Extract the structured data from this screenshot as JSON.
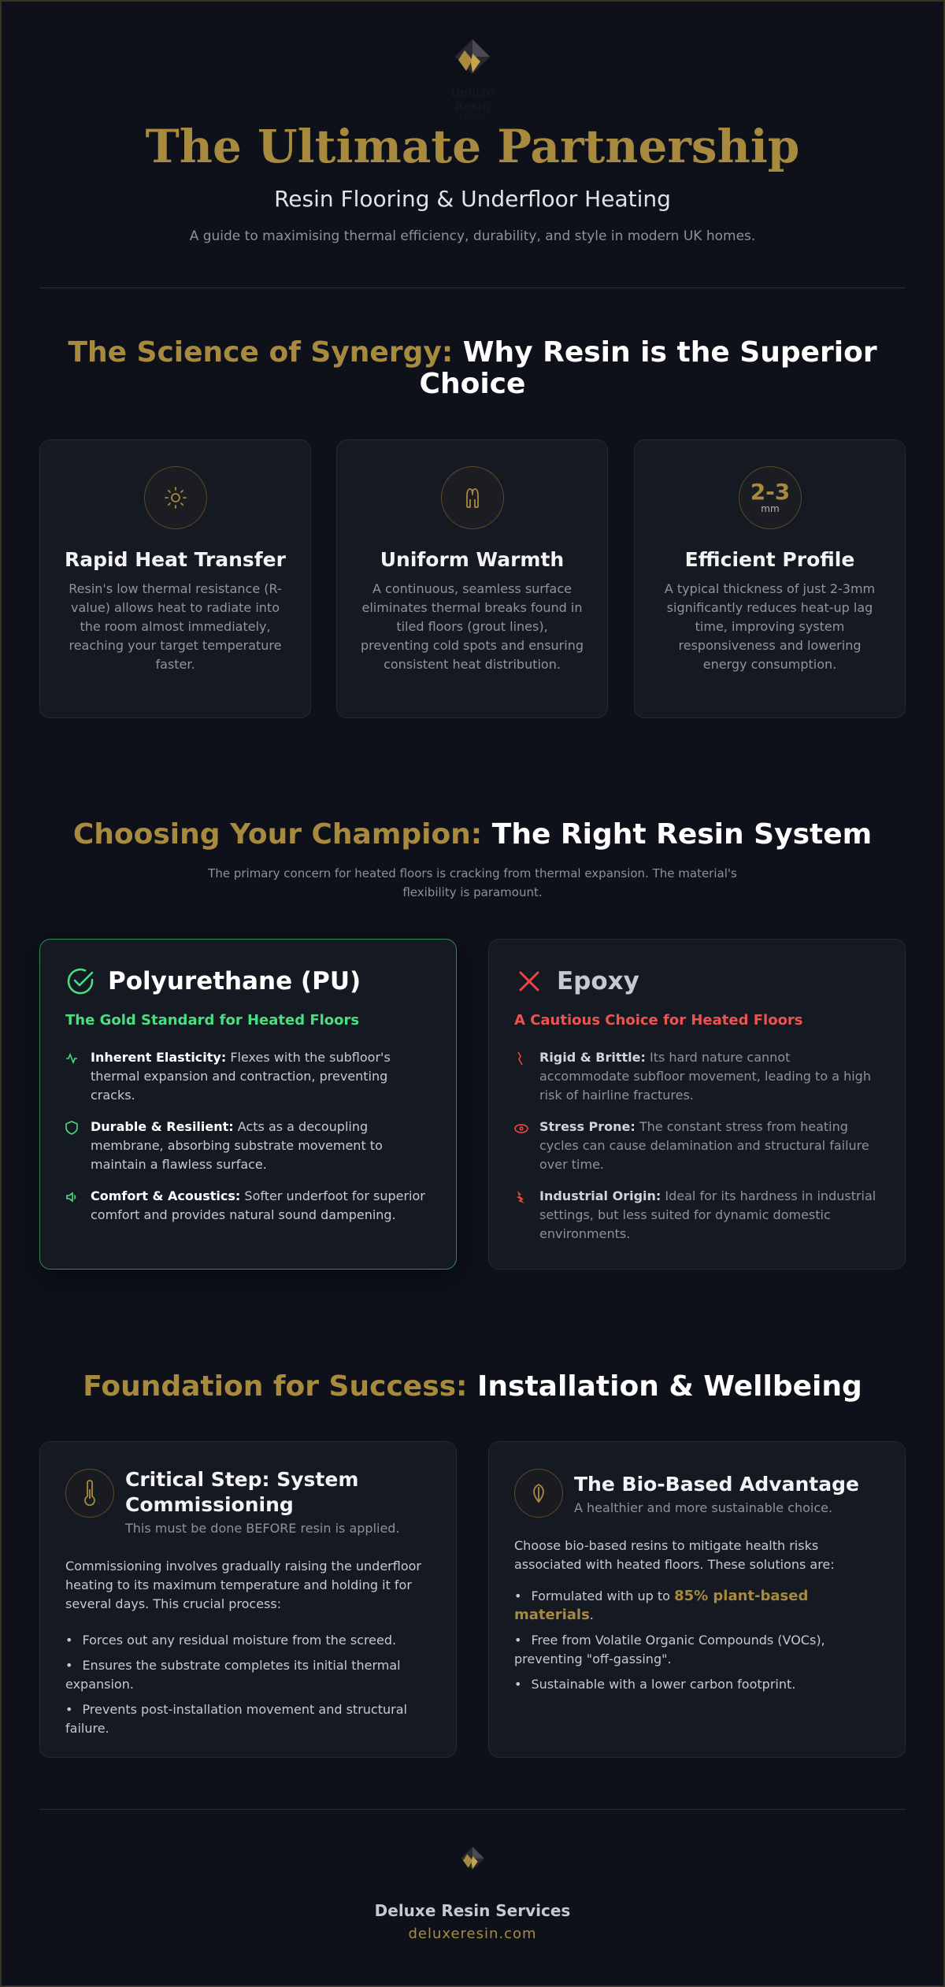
{
  "brand": {
    "logo_text": "Deluxe Resin",
    "logo_sub": "SERVICES"
  },
  "header": {
    "title": "The Ultimate Partnership",
    "subtitle": "Resin Flooring & Underfloor Heating",
    "tagline": "A guide to maximising thermal efficiency, durability, and style in modern UK homes."
  },
  "science": {
    "title_gold": "The Science of Synergy:",
    "title_white": "Why Resin is the Superior Choice",
    "cards": [
      {
        "icon": "sun-icon",
        "title": "Rapid Heat Transfer",
        "text": "Resin's low thermal resistance (R-value) allows heat to radiate into the room almost immediately, reaching your target temperature faster."
      },
      {
        "icon": "radiator-icon",
        "title": "Uniform Warmth",
        "text": "A continuous, seamless surface eliminates thermal breaks found in tiled floors (grout lines), preventing cold spots and ensuring consistent heat distribution."
      },
      {
        "icon_value": "2-3",
        "icon_unit": "mm",
        "title": "Efficient Profile",
        "text": "A typical thickness of just 2-3mm significantly reduces heat-up lag time, improving system responsiveness and lowering energy consumption."
      }
    ]
  },
  "champion": {
    "title_gold": "Choosing Your Champion:",
    "title_white": "The Right Resin System",
    "desc": "The primary concern for heated floors is cracking from thermal expansion. The material's flexibility is paramount.",
    "pu": {
      "title": "Polyurethane (PU)",
      "subtitle": "The Gold Standard for Heated Floors",
      "accent": "#4ade80",
      "items": [
        {
          "label": "Inherent Elasticity:",
          "text": "Flexes with the subfloor's thermal expansion and contraction, preventing cracks."
        },
        {
          "label": "Durable & Resilient:",
          "text": "Acts as a decoupling membrane, absorbing substrate movement to maintain a flawless surface."
        },
        {
          "label": "Comfort & Acoustics:",
          "text": "Softer underfoot for superior comfort and provides natural sound dampening."
        }
      ]
    },
    "epoxy": {
      "title": "Epoxy",
      "subtitle": "A Cautious Choice for Heated Floors",
      "accent": "#ef4444",
      "items": [
        {
          "label": "Rigid & Brittle:",
          "text": "Its hard nature cannot accommodate subfloor movement, leading to a high risk of hairline fractures."
        },
        {
          "label": "Stress Prone:",
          "text": "The constant stress from heating cycles can cause delamination and structural failure over time."
        },
        {
          "label": "Industrial Origin:",
          "text": "Ideal for its hardness in industrial settings, but less suited for dynamic domestic environments."
        }
      ]
    }
  },
  "foundation": {
    "title_gold": "Foundation for Success:",
    "title_white": "Installation & Wellbeing",
    "commissioning": {
      "title": "Critical Step: System Commissioning",
      "note": "This must be done BEFORE resin is applied.",
      "body": "Commissioning involves gradually raising the underfloor heating to its maximum temperature and holding it for several days. This crucial process:",
      "items": [
        "Forces out any residual moisture from the screed.",
        "Ensures the substrate completes its initial thermal expansion.",
        "Prevents post-installation movement and structural failure."
      ]
    },
    "bio": {
      "title": "The Bio-Based Advantage",
      "note": "A healthier and more sustainable choice.",
      "body": "Choose bio-based resins to mitigate health risks associated with heated floors. These solutions are:",
      "item1_pre": "Formulated with up to",
      "item1_highlight": "85% plant-based materials",
      "item1_post": ".",
      "items": [
        "Free from Volatile Organic Compounds (VOCs), preventing \"off-gassing\".",
        "Sustainable with a lower carbon footprint."
      ]
    }
  },
  "footer": {
    "name": "Deluxe Resin Services",
    "url": "deluxeresin.com"
  },
  "colors": {
    "gold": "#a88a3f",
    "background": "#0e111a",
    "card": "#151922",
    "pu_border": "#2f8a59"
  }
}
